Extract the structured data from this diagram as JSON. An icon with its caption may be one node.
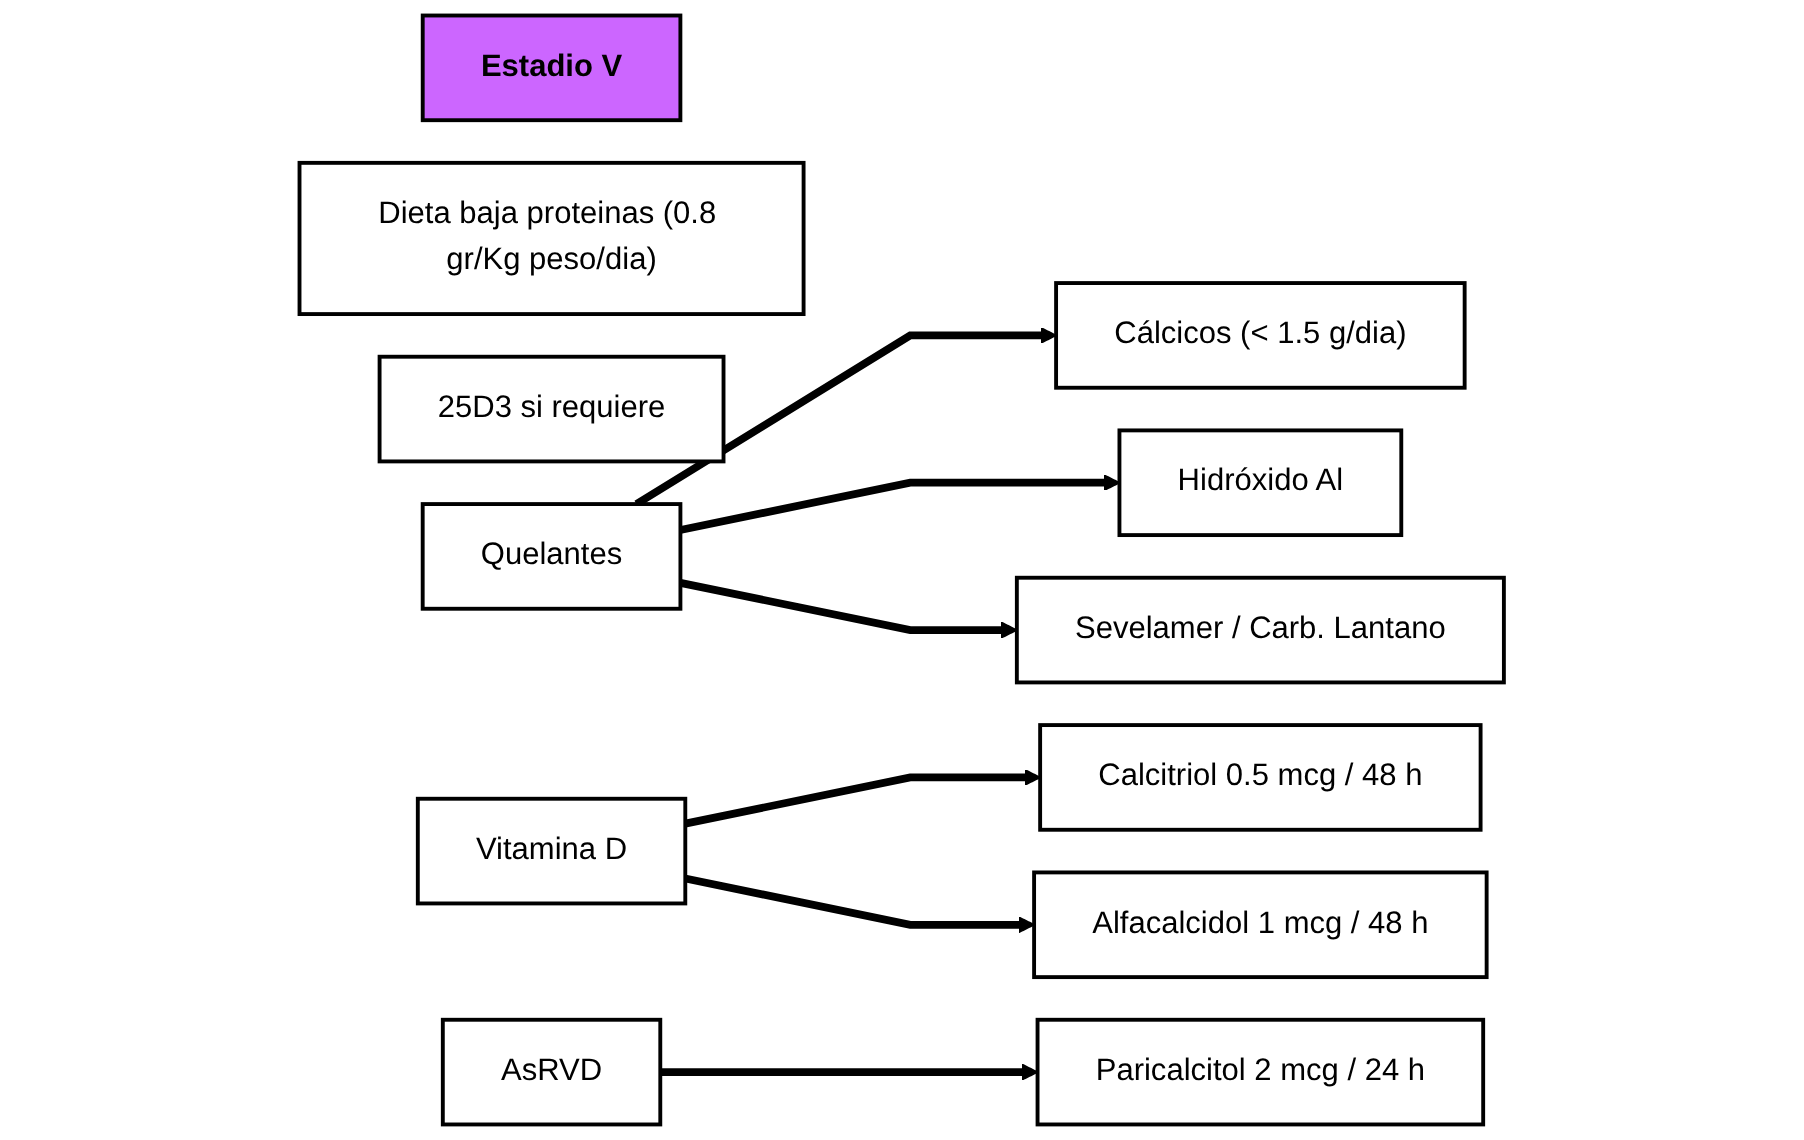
{
  "diagram": {
    "nodes": [
      {
        "text": [
          "Estadio V"
        ]
      },
      {
        "text": [
          "Dieta baja proteinas (0.8 gr/Kg peso/dia)"
        ]
      },
      {
        "text": [
          "25D3 si requiere"
        ]
      },
      {
        "text": [
          "Quelantes"
        ]
      },
      {
        "text": [
          "Cálcicos (< 1.5 g/dia)"
        ]
      },
      {
        "text": [
          "Hidróxido Al"
        ]
      },
      {
        "text": [
          "Sevelamer / Carb. Lantano"
        ]
      },
      {
        "text": [
          "Vitamina D"
        ]
      },
      {
        "text": [
          "Calcitriol 0.5 mcg / 48 h"
        ]
      },
      {
        "text": [
          "Alfacalcidol 1 mcg / 48 h"
        ]
      },
      {
        "text": [
          "AsRVD"
        ]
      },
      {
        "text": [
          "Paricalcitol 2 mcg / 24 h"
        ]
      }
    ],
    "edges": [
      {
        "from": 3,
        "to": 4,
        "arrow": "to"
      },
      {
        "from": 3,
        "to": 5,
        "arrow": "to"
      },
      {
        "from": 3,
        "to": 6,
        "arrow": "to"
      },
      {
        "from": 7,
        "to": 8,
        "arrow": "to"
      },
      {
        "from": 7,
        "to": 9,
        "arrow": "to"
      },
      {
        "from": 10,
        "to": 11,
        "arrow": "to"
      }
    ]
  }
}
